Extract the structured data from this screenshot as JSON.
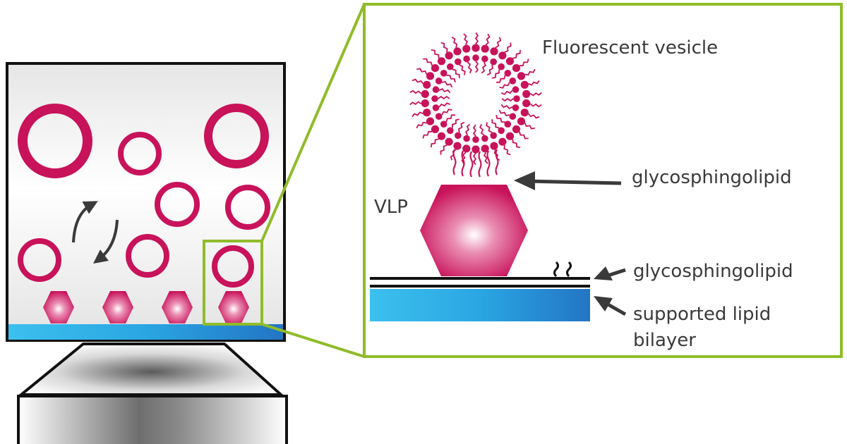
{
  "labels": {
    "vesicle": "Fluorescent vesicle",
    "glycosphingolipid_top": "glycosphingolipid",
    "vlp": "VLP",
    "glycosphingolipid_bottom": "glycosphingolipid",
    "bilayer_line1": "supported lipid",
    "bilayer_line2": "bilayer"
  },
  "colors": {
    "magenta": "#c8125a",
    "zoom_frame": "#8fbc2b",
    "bilayer_blue": "#2b8fd6",
    "outline": "#111111",
    "arrow": "#3a3a3a"
  },
  "icons": {
    "vesicle": "circle-ring",
    "vlp": "hexagon",
    "rotation": "curved-arrows",
    "objective": "microscope-objective"
  }
}
